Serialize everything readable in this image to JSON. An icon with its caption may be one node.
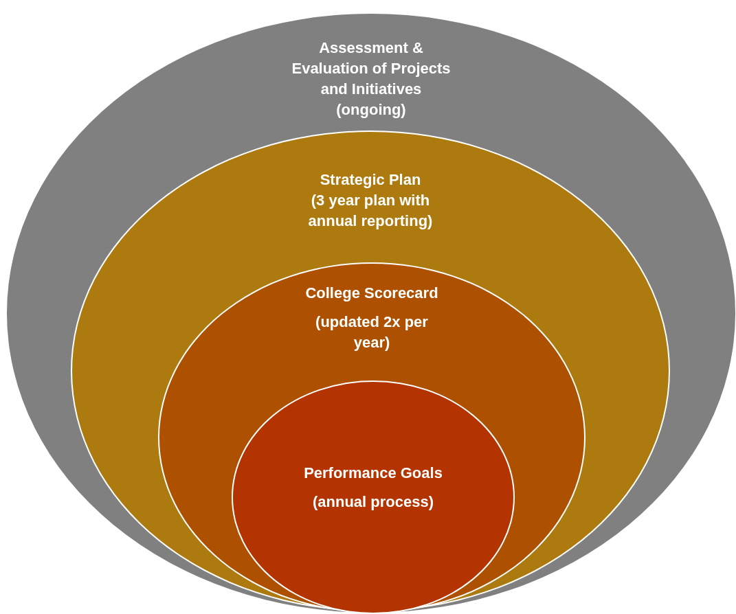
{
  "diagram": {
    "nodes": [
      {
        "text": [
          "Assessment & Evaluation of Projects and Initiatives",
          "(ongoing)"
        ]
      },
      {
        "text": [
          "Strategic Plan",
          "(3 year plan with annual reporting)"
        ],
        "in": 0
      },
      {
        "text": [
          "College Scorecard",
          "(updated 2x per year)"
        ],
        "in": 1
      },
      {
        "text": [
          "Performance Goals",
          "(annual process)"
        ],
        "in": 2
      }
    ],
    "edges": []
  }
}
